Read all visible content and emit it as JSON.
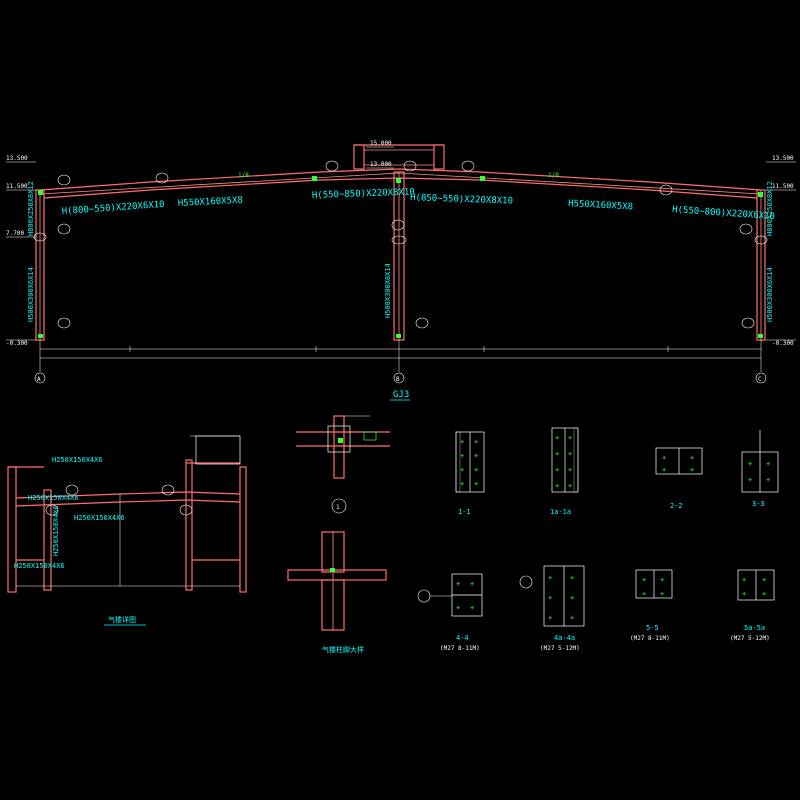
{
  "frame": {
    "elevations": [
      "13.500",
      "11.500",
      "7.700",
      "-0.300",
      "15.000",
      "13.000",
      "13.500",
      "11.500",
      "-0.300"
    ],
    "members": {
      "left_rafter": "H(800~550)X220X6X10",
      "left_mid_rafter": "H550X160X5X8",
      "center_left": "H(550~850)X220X8X10",
      "center_right": "H(850~550)X220X8X10",
      "right_mid_rafter": "H550X160X5X8",
      "right_rafter": "H(550~800)X220X6X10",
      "left_col_top": "H800X250X8X12",
      "left_col_bot": "H500X300X6X14",
      "mid_col": "H500X300X8X14",
      "right_col_top": "H800X250X8X12",
      "right_col_bot": "H500X300X6X14"
    },
    "slopes": [
      "1/8",
      "1/8"
    ],
    "axes": [
      "A",
      "B",
      "C"
    ],
    "title": "GJ3"
  },
  "gable": {
    "members": [
      "H250X150X4X6",
      "H250X150X4X6",
      "H250X150X4X6",
      "H250X150X4X6",
      "H250X150X4X6"
    ],
    "title": "气楼详图"
  },
  "details": {
    "detail_one_mark": "1",
    "splice_title": "气楼柱脚大样",
    "sections": [
      {
        "id": "s11",
        "title": "1-1",
        "sub": ""
      },
      {
        "id": "s1a",
        "title": "1a-1a",
        "sub": ""
      },
      {
        "id": "s22",
        "title": "2-2",
        "sub": ""
      },
      {
        "id": "s33",
        "title": "3-3",
        "sub": ""
      },
      {
        "id": "s44",
        "title": "4-4",
        "sub": "(M27 8-11M)"
      },
      {
        "id": "s4a",
        "title": "4a-4a",
        "sub": "(M27 5-12M)"
      },
      {
        "id": "s55",
        "title": "5-5",
        "sub": "(M27 8-11M)"
      },
      {
        "id": "s5a",
        "title": "5a-5a",
        "sub": "(M27 5-12M)"
      }
    ]
  },
  "colors": {
    "member": "#ff6e6e",
    "dim": "#ffffff",
    "label": "#00ffff",
    "bolt": "#33ff33",
    "note": "#ffff66"
  }
}
